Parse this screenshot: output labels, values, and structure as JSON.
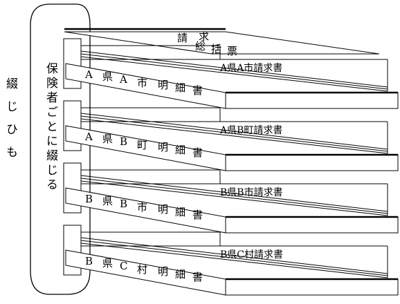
{
  "side_label": "綴じひも",
  "group_label": "保険者ごとに綴じる",
  "cover": {
    "title_line1": [
      "請",
      "求"
    ],
    "title_line2": [
      "総",
      "括",
      "票"
    ]
  },
  "sets": [
    {
      "invoice": "A県A市請求書",
      "detail_chars": [
        "A",
        "県",
        "A",
        "市",
        "明",
        "細",
        "書"
      ]
    },
    {
      "invoice": "A県B町請求書",
      "detail_chars": [
        "A",
        "県",
        "B",
        "町",
        "明",
        "細",
        "書"
      ]
    },
    {
      "invoice": "B県B市請求書",
      "detail_chars": [
        "B",
        "県",
        "B",
        "市",
        "明",
        "細",
        "書"
      ]
    },
    {
      "invoice": "B県C村請求書",
      "detail_chars": [
        "B",
        "県",
        "C",
        "村",
        "明",
        "細",
        "書"
      ]
    }
  ],
  "colors": {
    "line": "#000000",
    "background": "#ffffff"
  }
}
